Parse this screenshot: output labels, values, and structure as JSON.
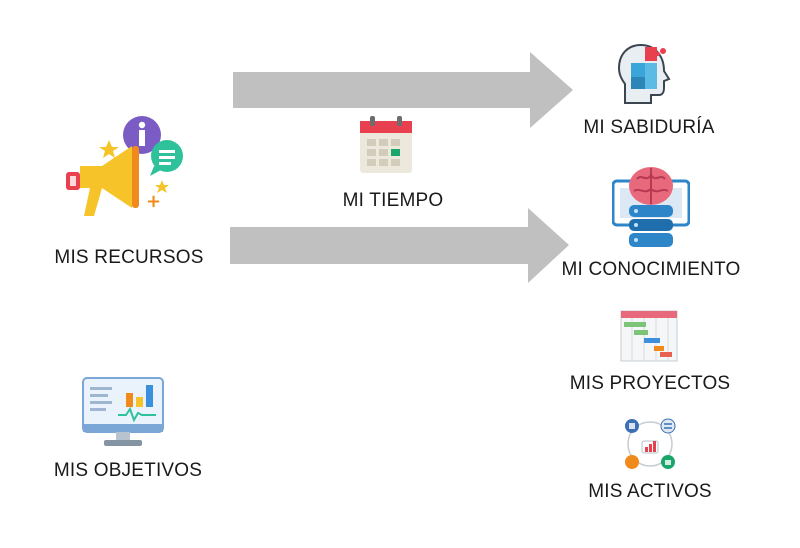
{
  "diagram": {
    "labels": {
      "resources": "MIS RECURSOS",
      "time": "MI TIEMPO",
      "objectives": "MIS OBJETIVOS",
      "wisdom": "MI SABIDURÍA",
      "knowledge": "MI CONOCIMIENTO",
      "projects": "MIS PROYECTOS",
      "assets": "MIS ACTIVOS"
    },
    "icons": {
      "resources": "megaphone-icon",
      "time": "calendar-icon",
      "objectives": "monitor-chart-icon",
      "wisdom": "head-puzzle-icon",
      "knowledge": "brain-database-icon",
      "projects": "gantt-chart-icon",
      "assets": "assets-network-icon"
    },
    "colors": {
      "arrow": "#c0c0c0",
      "text": "#1a1a1a"
    }
  }
}
